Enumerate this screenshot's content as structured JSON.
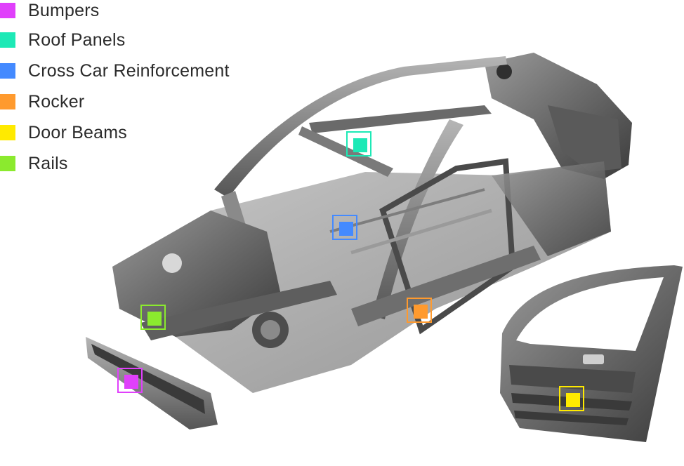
{
  "legend": [
    {
      "label": "Bumpers",
      "color": "#e040fb"
    },
    {
      "label": "Roof Panels",
      "color": "#1de9b6"
    },
    {
      "label": "Cross Car Reinforcement",
      "color": "#448aff"
    },
    {
      "label": "Rocker",
      "color": "#ff9a2e"
    },
    {
      "label": "Door Beams",
      "color": "#ffea00"
    },
    {
      "label": "Rails",
      "color": "#8bea2e"
    }
  ],
  "markers": [
    {
      "part": "Roof Panels",
      "color": "#1de9b6"
    },
    {
      "part": "Cross Car Reinforcement",
      "color": "#448aff"
    },
    {
      "part": "Rocker",
      "color": "#ff9a2e"
    },
    {
      "part": "Rails",
      "color": "#8bea2e"
    },
    {
      "part": "Bumpers",
      "color": "#e040fb"
    },
    {
      "part": "Door Beams",
      "color": "#ffea00"
    }
  ],
  "images": {
    "body": "car-body-in-white-frame-icon",
    "door": "front-door-frame-icon"
  }
}
